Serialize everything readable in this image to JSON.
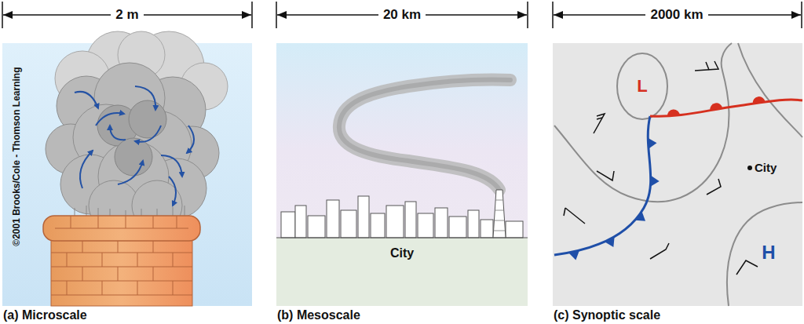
{
  "diagram": {
    "labels": [
      "2 m",
      "20 km",
      "2000 km",
      "©2001 Brooks/Cole - Thomson Learning",
      "City",
      "L",
      "City",
      "H",
      "(a) Microscale",
      "(b) Mesoscale",
      "(c) Synoptic scale"
    ]
  }
}
